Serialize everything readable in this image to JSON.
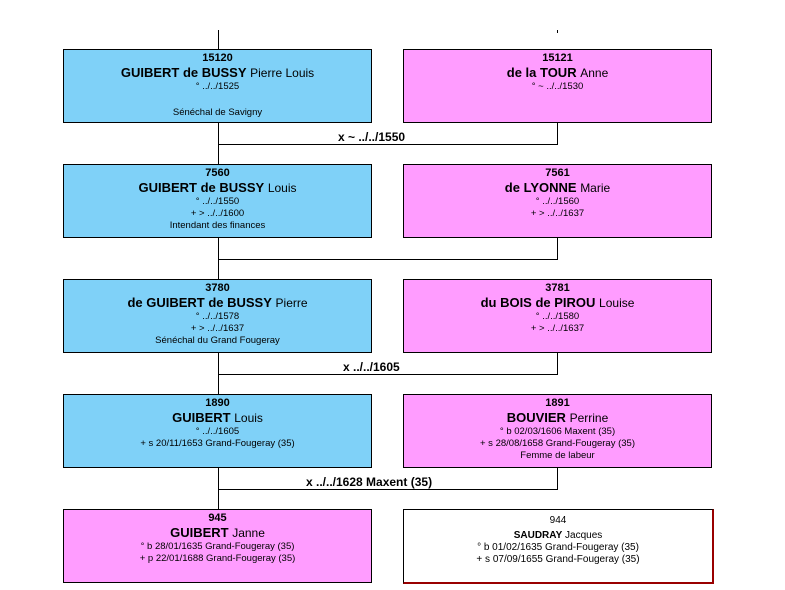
{
  "persons": [
    {
      "num": "15120",
      "surname": "GUIBERT de BUSSY",
      "given": "Pierre Louis",
      "details": [
        "° ../../1525"
      ],
      "occupation": "Sénéchal de Savigny",
      "sex": "male"
    },
    {
      "num": "15121",
      "surname": "de la TOUR",
      "given": "Anne",
      "details": [
        "° ~ ../../1530"
      ],
      "occupation": "",
      "sex": "female"
    },
    {
      "num": "7560",
      "surname": "GUIBERT de BUSSY",
      "given": "Louis",
      "details": [
        "° ../../1550",
        "+ > ../../1600"
      ],
      "occupation": "Intendant des finances",
      "sex": "male"
    },
    {
      "num": "7561",
      "surname": "de LYONNE",
      "given": "Marie",
      "details": [
        "° ../../1560",
        "+ > ../../1637"
      ],
      "occupation": "",
      "sex": "female"
    },
    {
      "num": "3780",
      "surname": "de GUIBERT de BUSSY",
      "given": "Pierre",
      "details": [
        "° ../../1578",
        "+ > ../../1637"
      ],
      "occupation": "Sénéchal du Grand Fougeray",
      "sex": "male"
    },
    {
      "num": "3781",
      "surname": "du BOIS de PIROU",
      "given": "Louise",
      "details": [
        "° ../../1580",
        "+ > ../../1637"
      ],
      "occupation": "",
      "sex": "female"
    },
    {
      "num": "1890",
      "surname": "GUIBERT",
      "given": "Louis",
      "details": [
        "° ../../1605",
        "+ s 20/11/1653 Grand-Fougeray (35)"
      ],
      "occupation": "",
      "sex": "male"
    },
    {
      "num": "1891",
      "surname": "BOUVIER",
      "given": "Perrine",
      "details": [
        "° b 02/03/1606 Maxent (35)",
        "+ s 28/08/1658 Grand-Fougeray (35)"
      ],
      "occupation": "Femme de labeur",
      "sex": "female"
    },
    {
      "num": "945",
      "surname": "GUIBERT",
      "given": "Janne",
      "details": [
        "° b 28/01/1635 Grand-Fougeray (35)",
        "+ p 22/01/1688 Grand-Fougeray (35)"
      ],
      "occupation": "",
      "sex": "female"
    },
    {
      "num": "944",
      "surname": "SAUDRAY",
      "given": "Jacques",
      "details": [
        "° b 01/02/1635 Grand-Fougeray (35)",
        "+ s 07/09/1655 Grand-Fougeray (35)"
      ],
      "occupation": "",
      "sex": "other"
    }
  ],
  "marriages": [
    "x ~ ../../1550",
    "",
    "x ../../1605",
    "x ../../1628 Maxent (35)"
  ],
  "colors": {
    "male": "#7fd1f8",
    "female": "#ff9cff",
    "spouse_border": "#990000"
  }
}
